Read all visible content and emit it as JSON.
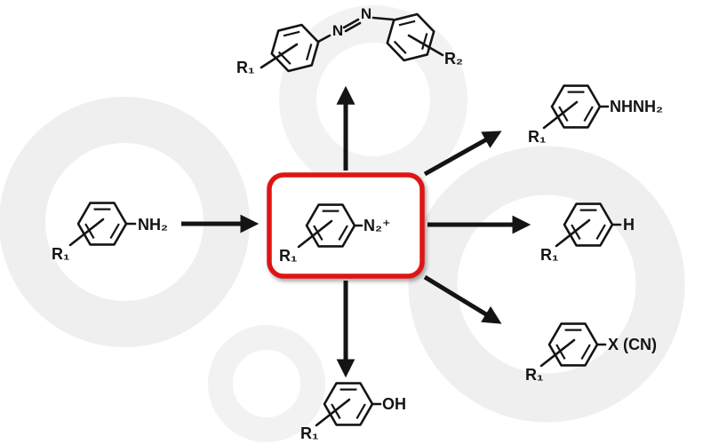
{
  "scheme": {
    "aniline": {
      "substituent": "R₁",
      "group": "NH₂"
    },
    "diazonium": {
      "substituent": "R₁",
      "group": "N₂⁺"
    },
    "azo": {
      "substituent_left": "R₁",
      "n1": "N",
      "n2": "N",
      "substituent_right": "R₂"
    },
    "hydrazine": {
      "substituent": "R₁",
      "group": "NHNH₂"
    },
    "arene": {
      "substituent": "R₁",
      "group": "H"
    },
    "halide": {
      "substituent": "R₁",
      "group": "X (CN)"
    },
    "phenol": {
      "substituent": "R₁",
      "group": "OH"
    },
    "colors": {
      "highlight_box": "#e01414",
      "bond": "#141414",
      "watermark": "#efefef",
      "background": "#ffffff"
    }
  }
}
